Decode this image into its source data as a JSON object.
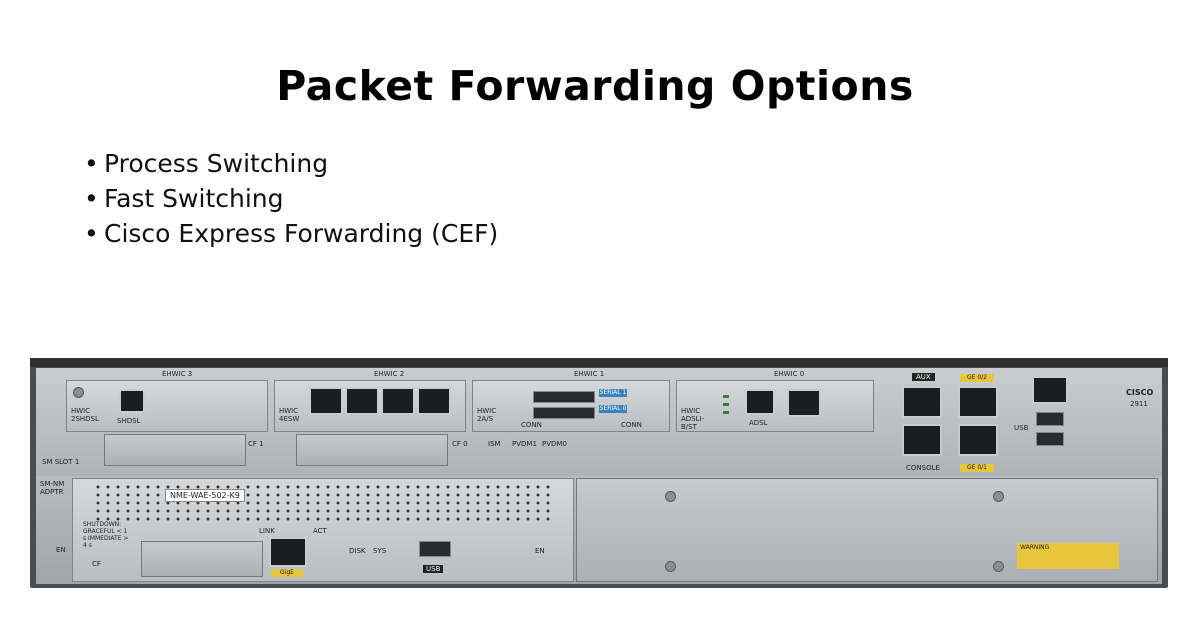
{
  "slide": {
    "title": "Packet Forwarding Options",
    "bullets": [
      "Process Switching",
      "Fast Switching",
      "Cisco Express Forwarding (CEF)"
    ]
  },
  "router": {
    "slots": {
      "ehwic3": "EHWIC 3",
      "ehwic2": "EHWIC 2",
      "ehwic1": "EHWIC 1",
      "ehwic0": "EHWIC 0"
    },
    "cards": {
      "hwic_2shdsl": "HWIC 2SHDSL",
      "shdsl": "SHDSL",
      "hwic_4esw": "HWIC 4ESW",
      "hwic_2as": "HWIC 2A/S",
      "serial1": "SERIAL 1",
      "serial0": "SERIAL 0",
      "conn": "CONN",
      "hwic_adsl": "HWIC ADSLI-B/ST",
      "adsl": "ADSL",
      "aux": "AUX",
      "console": "CONSOLE",
      "ge02": "GE 0/2",
      "ge01": "GE 0/1",
      "usb": "USB",
      "cisco": "CISCO",
      "model": "2911",
      "sm_slot": "SM SLOT 1",
      "cf1": "CF 1",
      "cf0": "CF 0",
      "ism": "ISM",
      "pvdm1": "PVDM1",
      "pvdm0": "PVDM0",
      "sm_nm": "SM-NM ADPTR",
      "nme": "NME-WAE-502-K9",
      "shutdown": "SHUTDOWN: GRACEFUL < 1 s IMMEDIATE > 4 s",
      "link": "LINK",
      "act": "ACT",
      "gige": "GigE",
      "disk": "DISK",
      "sys": "SYS",
      "usb_lower": "USB",
      "en": "EN",
      "cf": "CF",
      "warning": "WARNING"
    }
  }
}
